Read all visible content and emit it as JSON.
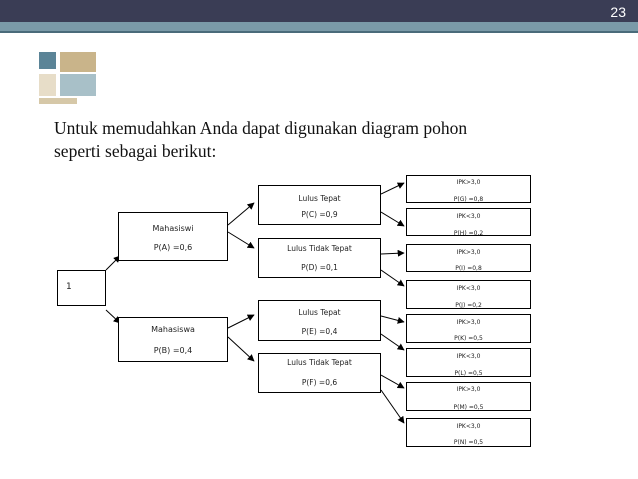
{
  "slide": {
    "page_number": "23",
    "heading_line1": "Untuk memudahkan Anda dapat digunakan diagram pohon",
    "heading_line2": "seperti sebagai berikut:"
  },
  "tree": {
    "root": "1",
    "level1": [
      {
        "name": "Mahasiswi",
        "prob": "P(A) =0,6"
      },
      {
        "name": "Mahasiswa",
        "prob": "P(B) =0,4"
      }
    ],
    "level2": [
      {
        "name": "Lulus Tepat",
        "prob": "P(C) =0,9"
      },
      {
        "name": "Lulus Tidak Tepat",
        "prob": "P(D) =0,1"
      },
      {
        "name": "Lulus Tepat",
        "prob": "P(E) =0,4"
      },
      {
        "name": "Lulus Tidak Tepat",
        "prob": "P(F) =0,6"
      }
    ],
    "level3": [
      {
        "name": "IPK>3,0",
        "prob": "P(G) =0,8"
      },
      {
        "name": "IPK<3,0",
        "prob": "P(H) =0,2"
      },
      {
        "name": "IPK>3,0",
        "prob": "P(I) =0,8"
      },
      {
        "name": "IPK<3,0",
        "prob": "P(J) =0,2"
      },
      {
        "name": "IPK>3,0",
        "prob": "P(K) =0,5"
      },
      {
        "name": "IPK<3,0",
        "prob": "P(L) =0,5"
      },
      {
        "name": "IPK>3,0",
        "prob": "P(M) =0,5"
      },
      {
        "name": "IPK<3,0",
        "prob": "P(N) =0,5"
      }
    ]
  }
}
